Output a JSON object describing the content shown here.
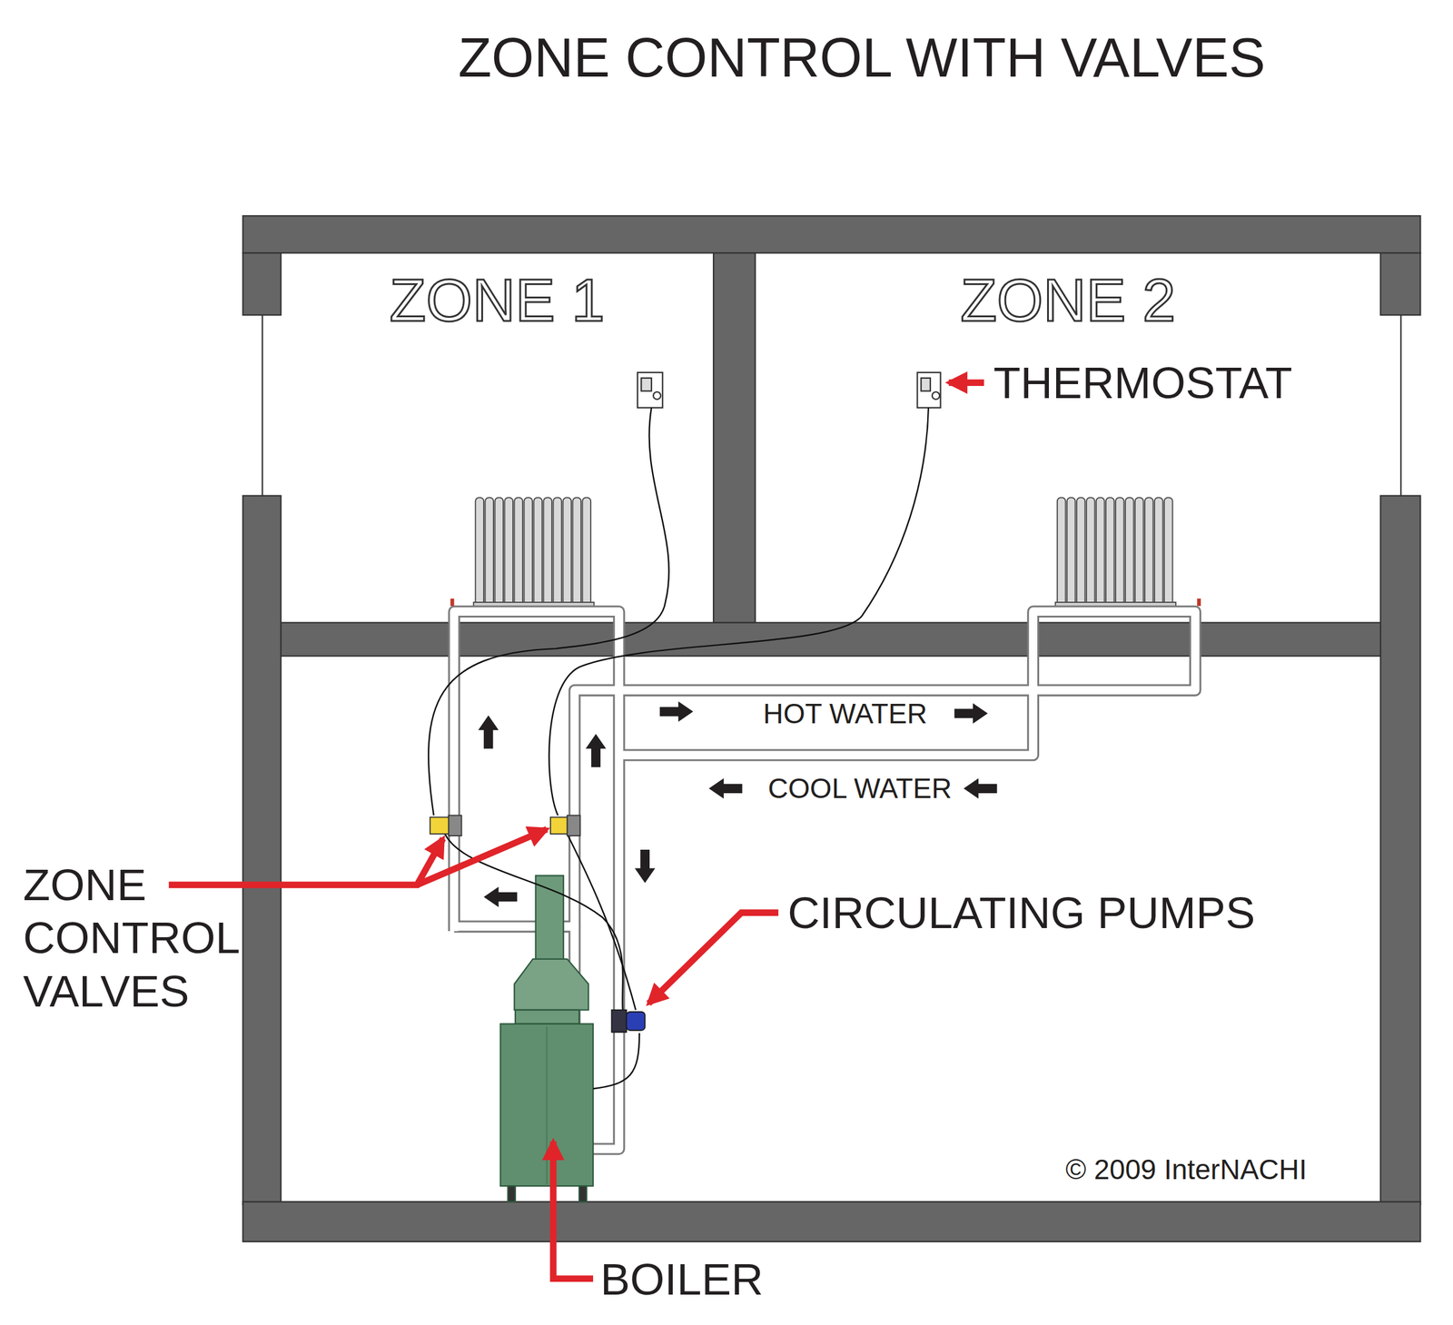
{
  "diagram": {
    "title": "ZONE CONTROL WITH VALVES",
    "nodes": [
      {
        "text": [
          "ZONE 1"
        ]
      },
      {
        "text": [
          "ZONE 2"
        ]
      }
    ],
    "labels": [
      "THERMOSTAT",
      "HOT WATER",
      "COOL WATER",
      "ZONE CONTROL VALVES",
      "CIRCULATING PUMPS",
      "BOILER",
      "© 2009 InterNACHI"
    ]
  }
}
